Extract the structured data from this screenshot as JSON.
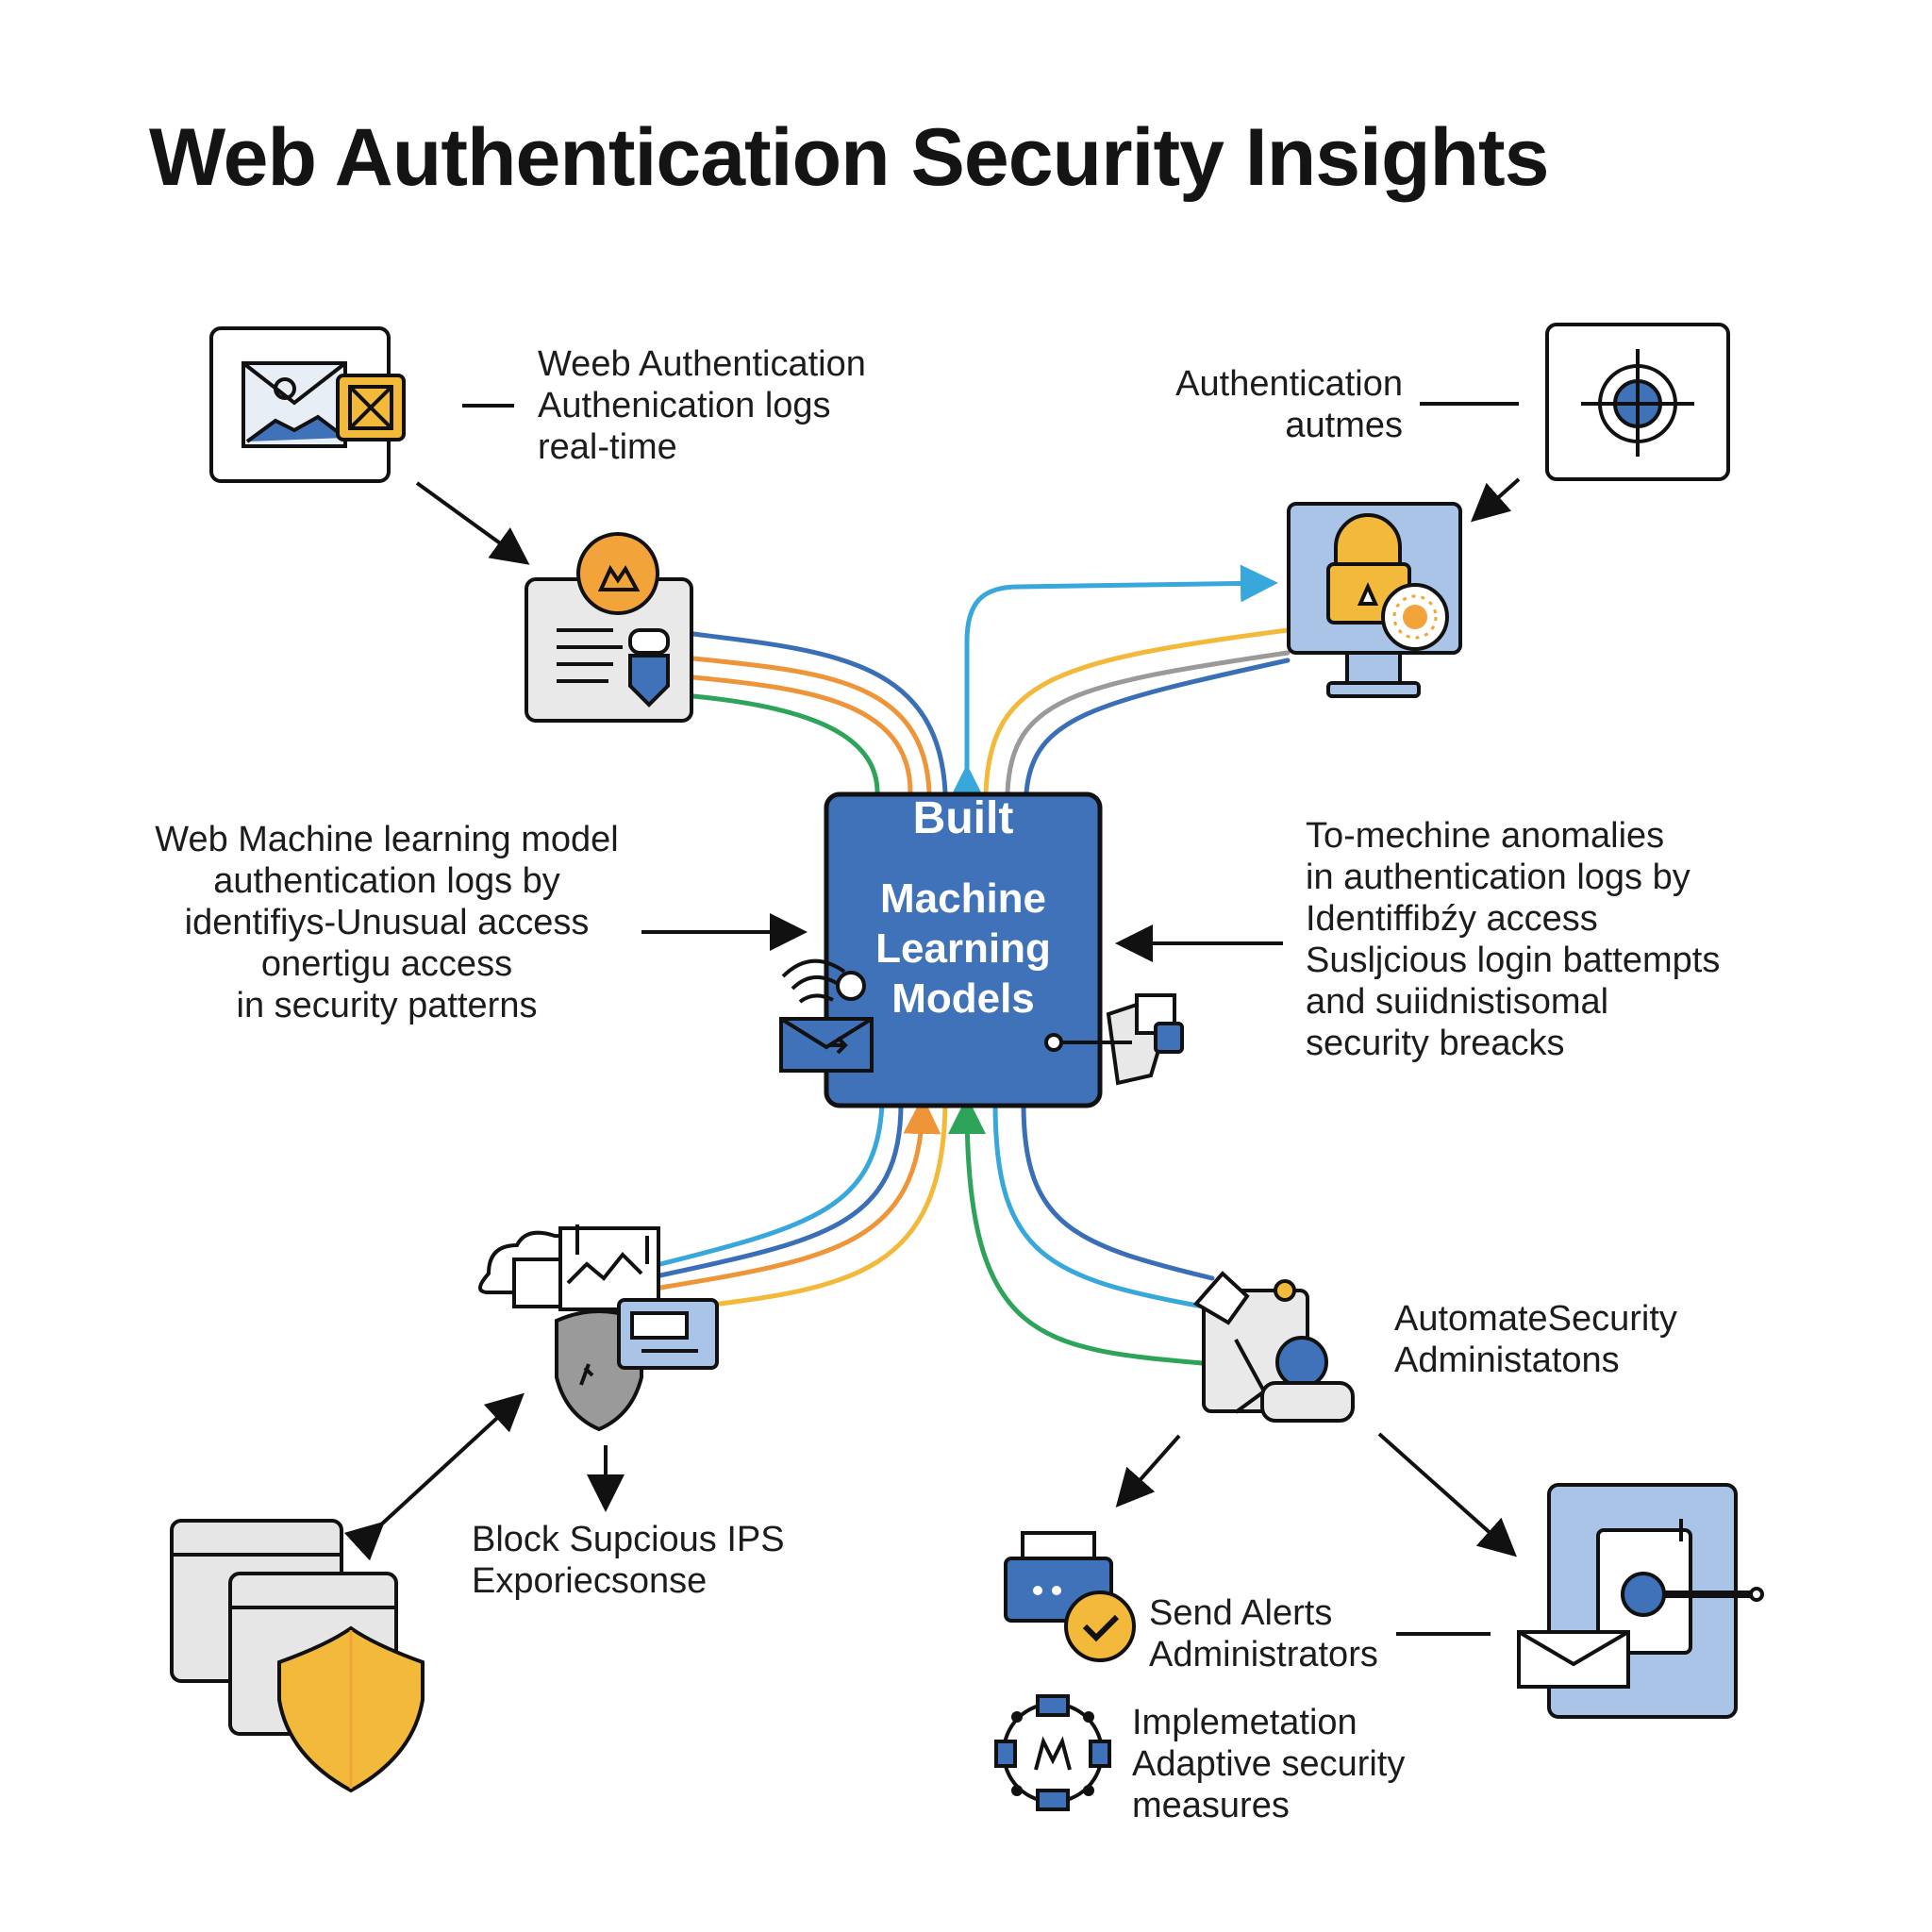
{
  "title": "Web Authentication Security Insights",
  "center": {
    "line1": "Built",
    "line2": "Machine",
    "line3": "Learning",
    "line4": "Models"
  },
  "nodes": {
    "logs": {
      "lines": [
        "Weeb Authentication",
        "Authenication logs",
        "real-time"
      ],
      "icon": "email-image-icon"
    },
    "automation": {
      "lines": [
        "Authentication",
        "autmes"
      ],
      "icon": "target-icon"
    },
    "ml_model": {
      "lines": [
        "Web Machine learning model",
        "authentication logs by",
        "identifiys-Unusual access",
        "onertigu access",
        "in security patterns"
      ]
    },
    "anomalies": {
      "lines": [
        "To-mechine anomalies",
        "in authentication logs by",
        "Identiffibźy access",
        "Susljcious login battempts",
        "and suiidnistisomal",
        "security breacks"
      ]
    },
    "automate_security": {
      "lines": [
        "AutomateSecurity",
        "Administatons"
      ],
      "icon": "robot-arm-icon"
    },
    "block": {
      "lines": [
        "Block Supcious IPS",
        "Exporiecsonse"
      ],
      "icon": "shield-icon"
    },
    "alerts": {
      "lines": [
        "Send Alerts",
        "Administrators"
      ],
      "icon": "alert-check-icon"
    },
    "adaptive": {
      "lines": [
        "Implemetation",
        "Adaptive security",
        "measures"
      ],
      "icon": "network-hub-icon"
    }
  },
  "colors": {
    "center_fill": "#3f72b8",
    "blue": "#3a6fb7",
    "light_blue": "#38a8dc",
    "orange": "#ee9539",
    "yellow": "#f2b93b",
    "green": "#2ea45a",
    "gray": "#9a9a9a",
    "panel_blue": "#a9c4e6",
    "panel_gray": "#e6e6e6"
  }
}
